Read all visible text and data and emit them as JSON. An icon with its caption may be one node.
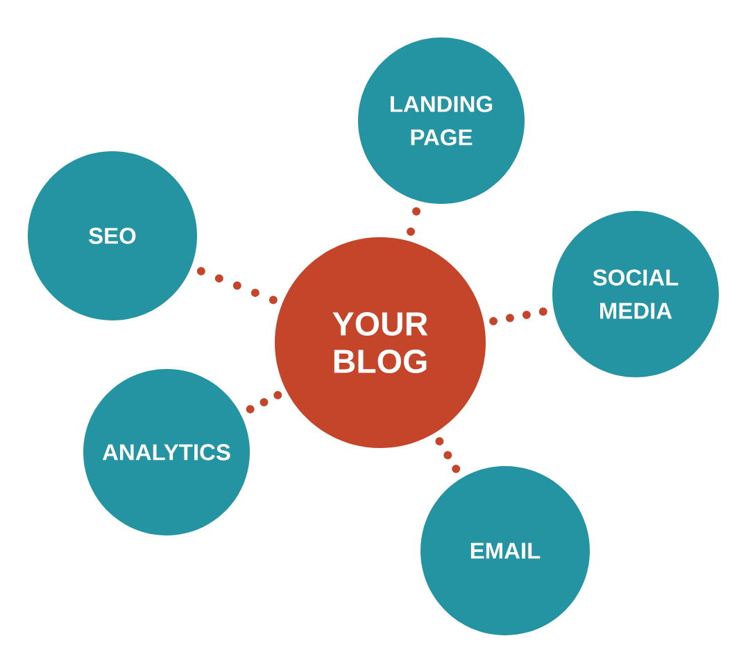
{
  "diagram": {
    "nodes": [
      {
        "text": [
          "LANDING PAGE"
        ]
      },
      {
        "text": [
          "SEO"
        ]
      },
      {
        "text": [
          "SOCIAL MEDIA"
        ]
      },
      {
        "text": [
          "YOUR BLOG"
        ]
      },
      {
        "text": [
          "ANALYTICS"
        ]
      },
      {
        "text": [
          "EMAIL"
        ]
      }
    ],
    "edges": [
      {
        "from": 3,
        "to": 0,
        "arrow": "none"
      },
      {
        "from": 3,
        "to": 1,
        "arrow": "none"
      },
      {
        "from": 3,
        "to": 2,
        "arrow": "none"
      },
      {
        "from": 3,
        "to": 4,
        "arrow": "none"
      },
      {
        "from": 3,
        "to": 5,
        "arrow": "none"
      }
    ]
  }
}
